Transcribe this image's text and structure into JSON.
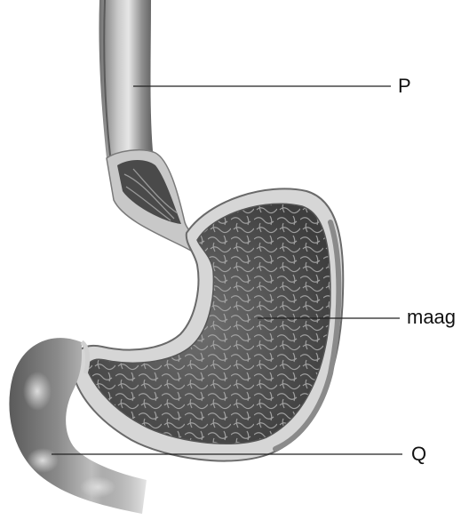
{
  "labels": {
    "p": "P",
    "maag": "maag",
    "q": "Q"
  },
  "colors": {
    "tube_outer": "#6f6f6f",
    "tube_mid": "#a9a9a9",
    "tube_highlight": "#e2e2e2",
    "wall_light": "#d9d9d9",
    "lining_dark": "#4d4d4d",
    "ridge": "#9a9a9a",
    "leader_line": "#222222"
  }
}
